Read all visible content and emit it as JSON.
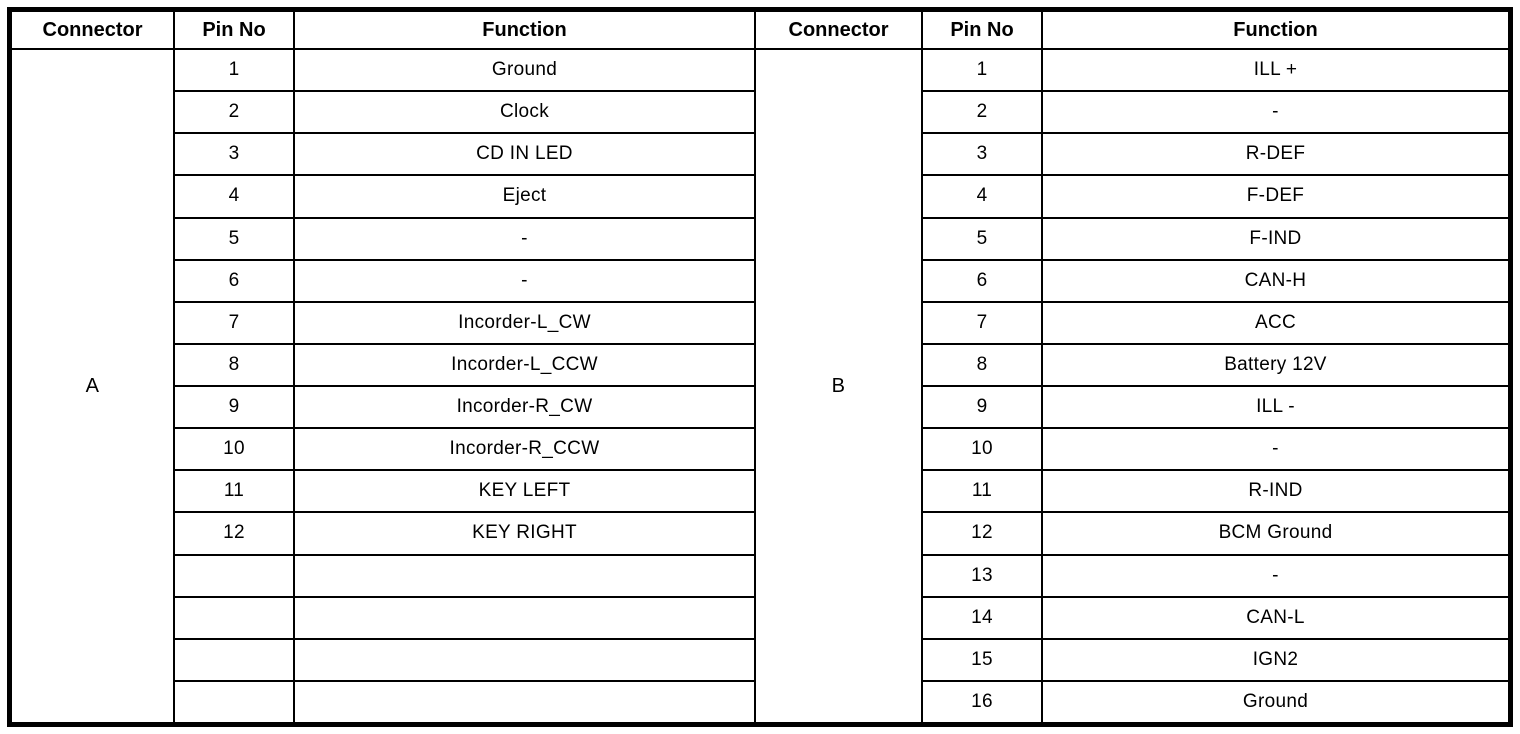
{
  "page": {
    "background_color": "#ffffff",
    "line_color": "#000000",
    "text_color": "#000000"
  },
  "tables": [
    {
      "name": "connector-a",
      "connector_label": "A",
      "headers": {
        "connector": "Connector",
        "pin_no": "Pin No",
        "function": "Function"
      },
      "rows": [
        {
          "pin": "1",
          "function": "Ground"
        },
        {
          "pin": "2",
          "function": "Clock"
        },
        {
          "pin": "3",
          "function": "CD IN LED"
        },
        {
          "pin": "4",
          "function": "Eject"
        },
        {
          "pin": "5",
          "function": "-"
        },
        {
          "pin": "6",
          "function": "-"
        },
        {
          "pin": "7",
          "function": "Incorder-L_CW"
        },
        {
          "pin": "8",
          "function": "Incorder-L_CCW"
        },
        {
          "pin": "9",
          "function": "Incorder-R_CW"
        },
        {
          "pin": "10",
          "function": "Incorder-R_CCW"
        },
        {
          "pin": "11",
          "function": "KEY LEFT"
        },
        {
          "pin": "12",
          "function": "KEY RIGHT"
        },
        {
          "pin": "",
          "function": ""
        },
        {
          "pin": "",
          "function": ""
        },
        {
          "pin": "",
          "function": ""
        },
        {
          "pin": "",
          "function": ""
        }
      ]
    },
    {
      "name": "connector-b",
      "connector_label": "B",
      "headers": {
        "connector": "Connector",
        "pin_no": "Pin No",
        "function": "Function"
      },
      "rows": [
        {
          "pin": "1",
          "function": "ILL +"
        },
        {
          "pin": "2",
          "function": "-"
        },
        {
          "pin": "3",
          "function": "R-DEF"
        },
        {
          "pin": "4",
          "function": "F-DEF"
        },
        {
          "pin": "5",
          "function": "F-IND"
        },
        {
          "pin": "6",
          "function": "CAN-H"
        },
        {
          "pin": "7",
          "function": "ACC"
        },
        {
          "pin": "8",
          "function": "Battery 12V"
        },
        {
          "pin": "9",
          "function": "ILL -"
        },
        {
          "pin": "10",
          "function": "-"
        },
        {
          "pin": "11",
          "function": "R-IND"
        },
        {
          "pin": "12",
          "function": "BCM Ground"
        },
        {
          "pin": "13",
          "function": "-"
        },
        {
          "pin": "14",
          "function": "CAN-L"
        },
        {
          "pin": "15",
          "function": "IGN2"
        },
        {
          "pin": "16",
          "function": "Ground"
        }
      ]
    }
  ]
}
